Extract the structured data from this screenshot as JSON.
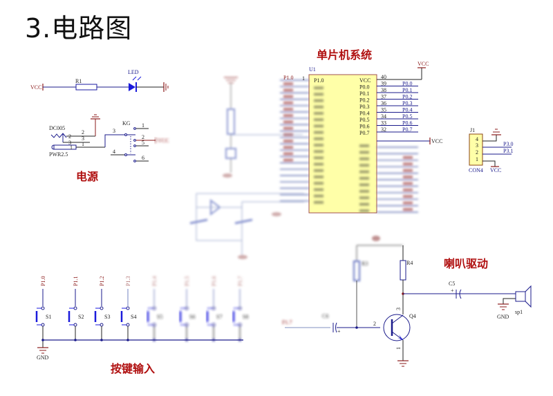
{
  "title": {
    "number": "3.",
    "text": "电路图"
  },
  "sections": {
    "power": "电源",
    "mcu": "单片机系统",
    "keys": "按键输入",
    "speaker": "喇叭驱动"
  },
  "led_circuit": {
    "vcc": "VCC",
    "resistor": "R1",
    "led": "LED"
  },
  "power_circuit": {
    "jack": "DC005",
    "jack_model": "PWR2.5",
    "switch": "KG",
    "jack_pins": [
      "2",
      "3",
      "1"
    ],
    "switch_pins": [
      "1",
      "2",
      "3",
      "4",
      "5",
      "6"
    ],
    "vcc": "VCC"
  },
  "mcu": {
    "ref": "U1",
    "vcc_label": "VCC",
    "right_pins": [
      {
        "num": "40",
        "name": "VCC",
        "net": ""
      },
      {
        "num": "39",
        "name": "P0.0",
        "net": "P0.0"
      },
      {
        "num": "38",
        "name": "P0.1",
        "net": "P0.1"
      },
      {
        "num": "37",
        "name": "P0.2",
        "net": "P0.2"
      },
      {
        "num": "36",
        "name": "P0.3",
        "net": "P0.3"
      },
      {
        "num": "35",
        "name": "P0.4",
        "net": "P0.4"
      },
      {
        "num": "34",
        "name": "P0.5",
        "net": "P0.5"
      },
      {
        "num": "33",
        "name": "P0.6",
        "net": "P0.6"
      },
      {
        "num": "32",
        "name": "P0.7",
        "net": "P0.7"
      }
    ],
    "left_first_pin": {
      "num": "1",
      "name": "P1.0",
      "net": "P1.0"
    },
    "ea_vcc": "VCC"
  },
  "connector": {
    "ref": "J1",
    "model": "CON4",
    "pins": [
      "4",
      "3",
      "2",
      "1"
    ],
    "nets": [
      "P3.0",
      "P3.1"
    ],
    "vcc": "VCC"
  },
  "keys": {
    "switches": [
      {
        "ref": "S1",
        "net": "P1.0"
      },
      {
        "ref": "S2",
        "net": "P1.1"
      },
      {
        "ref": "S3",
        "net": "P1.2"
      },
      {
        "ref": "S4",
        "net": "P1.3"
      },
      {
        "ref": "S5",
        "net": "P1.4"
      },
      {
        "ref": "S6",
        "net": "P1.5"
      },
      {
        "ref": "S7",
        "net": "P1.6"
      },
      {
        "ref": "S8",
        "net": "P1.7"
      }
    ],
    "gnd": "GND"
  },
  "speaker": {
    "cap_in": "C6",
    "net_in": "P1.7",
    "resistor_bias": "R3",
    "resistor_collector": "R4",
    "transistor": "Q4",
    "pin_base": "2",
    "pin_collector": "3",
    "pin_emitter": "1",
    "cap_out": "C5",
    "speaker_ref": "sp1",
    "gnd": "GND"
  }
}
